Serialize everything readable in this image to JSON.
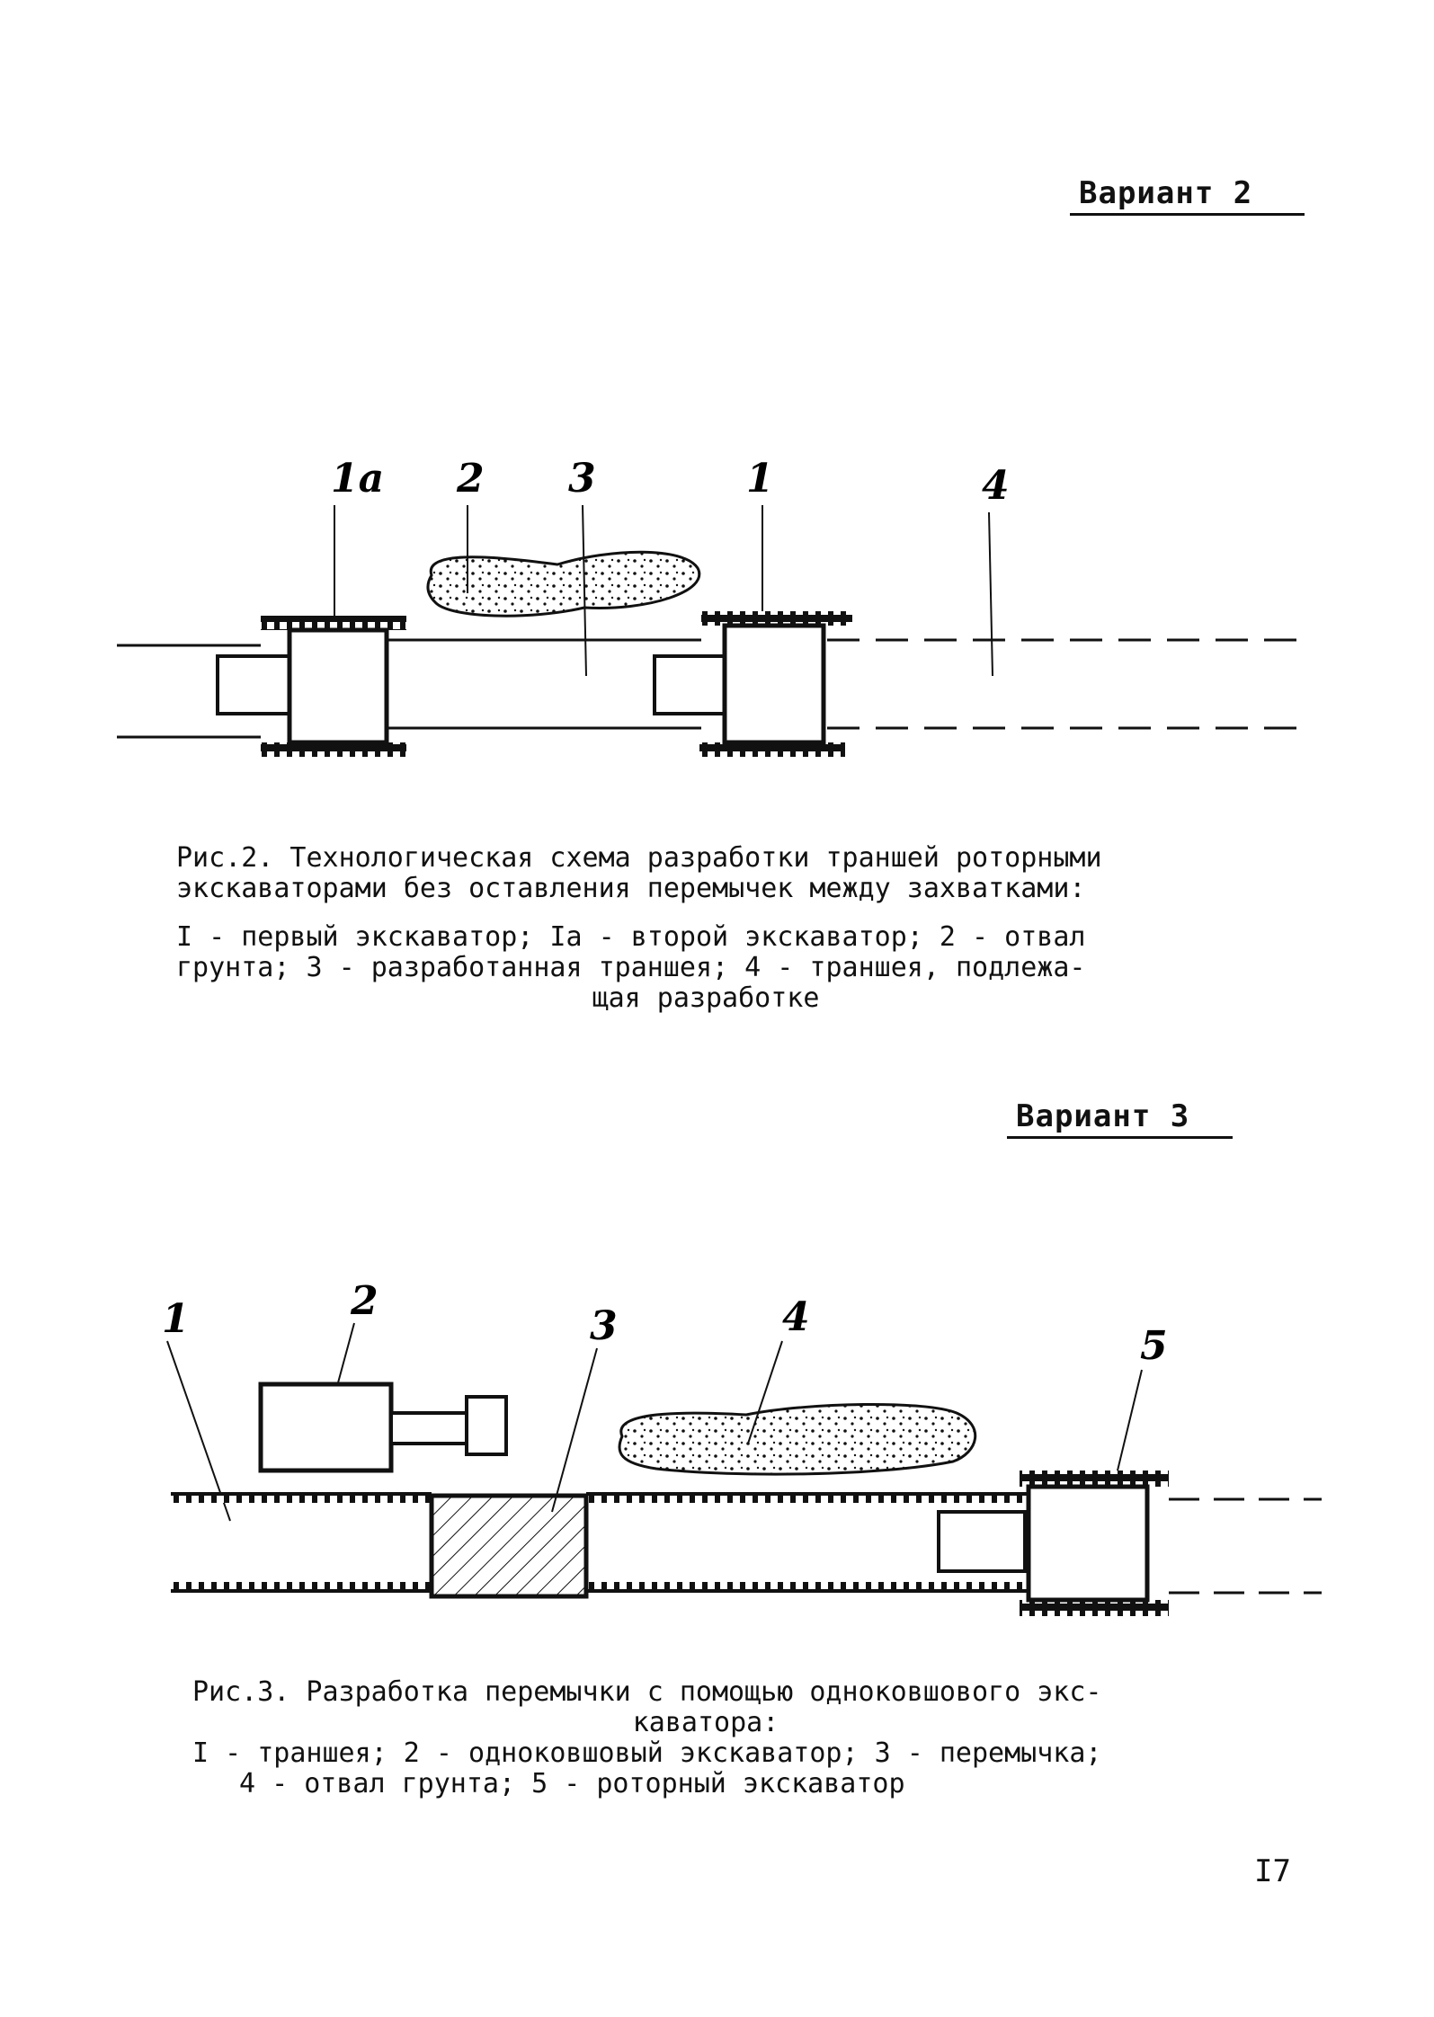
{
  "variant2": "Вариант 2",
  "variant3": "Вариант 3",
  "fig2": {
    "labels": [
      "1а",
      "2",
      "3",
      "1",
      "4"
    ],
    "caption_title_line1": "Рис.2. Технологическая схема разработки траншей роторными",
    "caption_title_line2": "экскаваторами без оставления перемычек между захватками:",
    "legend_line1": "I - первый экскаватор; Iа - второй экскаватор; 2 - отвал",
    "legend_line2": "грунта; 3 - разработанная траншея; 4 - траншея, подлежа-",
    "legend_line3": "щая разработке"
  },
  "fig3": {
    "labels": [
      "1",
      "2",
      "3",
      "4",
      "5"
    ],
    "caption_title_line1": "Рис.3. Разработка перемычки с помощью одноковшового экс-",
    "caption_title_line2": "каватора:",
    "legend_line1": "I - траншея; 2 - одноковшовый экскаватор; 3 - перемычка;",
    "legend_line2": "4 - отвал грунта; 5 - роторный экскаватор"
  },
  "page_number": "I7"
}
